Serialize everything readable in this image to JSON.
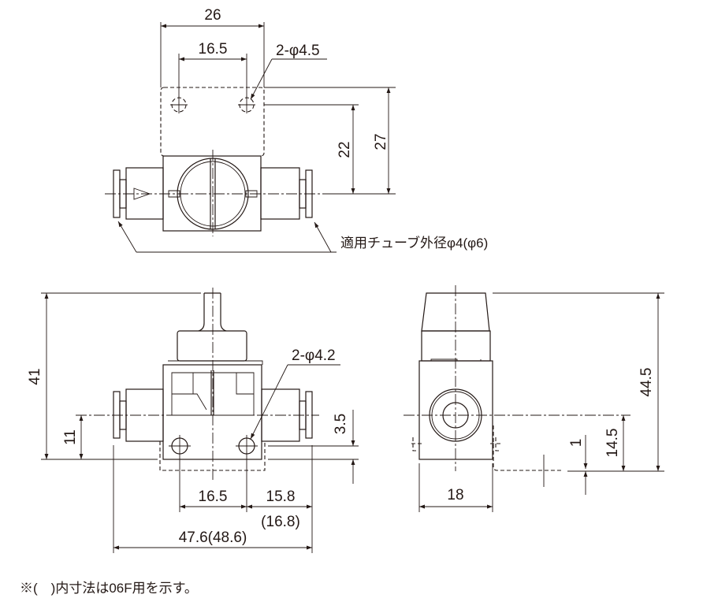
{
  "top_view": {
    "dim_width": "26",
    "dim_hole_pitch": "16.5",
    "hole_label": "2-φ4.5",
    "dim_hole_height": "22",
    "dim_bracket_height": "27",
    "tube_label": "適用チューブ外径φ4(φ6)"
  },
  "front_view": {
    "dim_height": "41",
    "dim_center_height": "11",
    "hole_label": "2-φ4.2",
    "dim_hole_offset": "3.5",
    "dim_hole_pitch": "16.5",
    "dim_side": "15.8",
    "dim_side_alt": "(16.8)",
    "dim_length": "47.6(48.6)"
  },
  "side_view": {
    "dim_height": "44.5",
    "dim_center_height": "14.5",
    "dim_bracket_thickness": "1",
    "dim_width": "18"
  },
  "footnote": "※(　)内寸法は06F用を示す。",
  "colors": {
    "line": "#231815"
  }
}
